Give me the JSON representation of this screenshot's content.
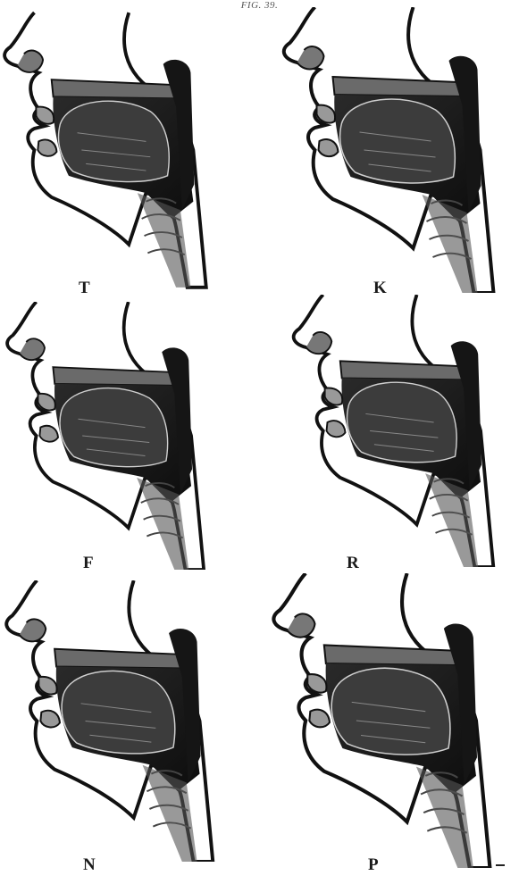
{
  "figure": {
    "title": "FIG. 39.",
    "panels": [
      {
        "id": "t",
        "label": "T"
      },
      {
        "id": "k",
        "label": "K"
      },
      {
        "id": "f",
        "label": "F"
      },
      {
        "id": "r",
        "label": "R"
      },
      {
        "id": "n",
        "label": "N"
      },
      {
        "id": "p",
        "label": "P"
      }
    ]
  }
}
